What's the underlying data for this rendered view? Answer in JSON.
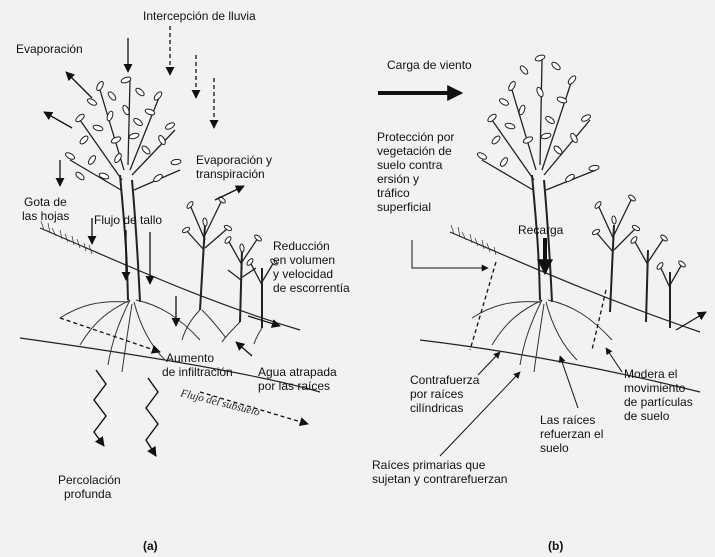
{
  "panel_a": {
    "interception": "Intercepción de lluvia",
    "evaporation": "Evaporación",
    "evap_transp_1": "Evaporación y",
    "evap_transp_2": "transpiración",
    "leaf_drop_1": "Gota de",
    "leaf_drop_2": "las hojas",
    "stem_flow": "Flujo de tallo",
    "runoff_1": "Reducción",
    "runoff_2": "en volumen",
    "runoff_3": "y velocidad",
    "runoff_4": "de escorrentía",
    "infiltration_1": "Aumento",
    "infiltration_2": "de infiltración",
    "trapped_1": "Agua atrapada",
    "trapped_2": "por las raíces",
    "subsurface": "Flujo del subsuelo",
    "percolation_1": "Percolación",
    "percolation_2": "profunda",
    "caption": "(a)"
  },
  "panel_b": {
    "wind": "Carga de viento",
    "protection_1": "Protección por",
    "protection_2": "vegetación de",
    "protection_3": "suelo contra",
    "protection_4": "ersión y",
    "protection_5": "tráfico",
    "protection_6": "superficial",
    "recharge": "Recarga",
    "moderate_1": "Modera el",
    "moderate_2": "movimiento",
    "moderate_3": "de partículas",
    "moderate_4": "de suelo",
    "counter_1": "Contrafuerza",
    "counter_2": "por raíces",
    "counter_3": "cilíndricas",
    "reinforce_1": "Las raíces",
    "reinforce_2": "refuerzan el",
    "reinforce_3": "suelo",
    "primary_1": "Raíces primarias que",
    "primary_2": "sujetan y contrarefuerzan",
    "caption": "(b)"
  }
}
